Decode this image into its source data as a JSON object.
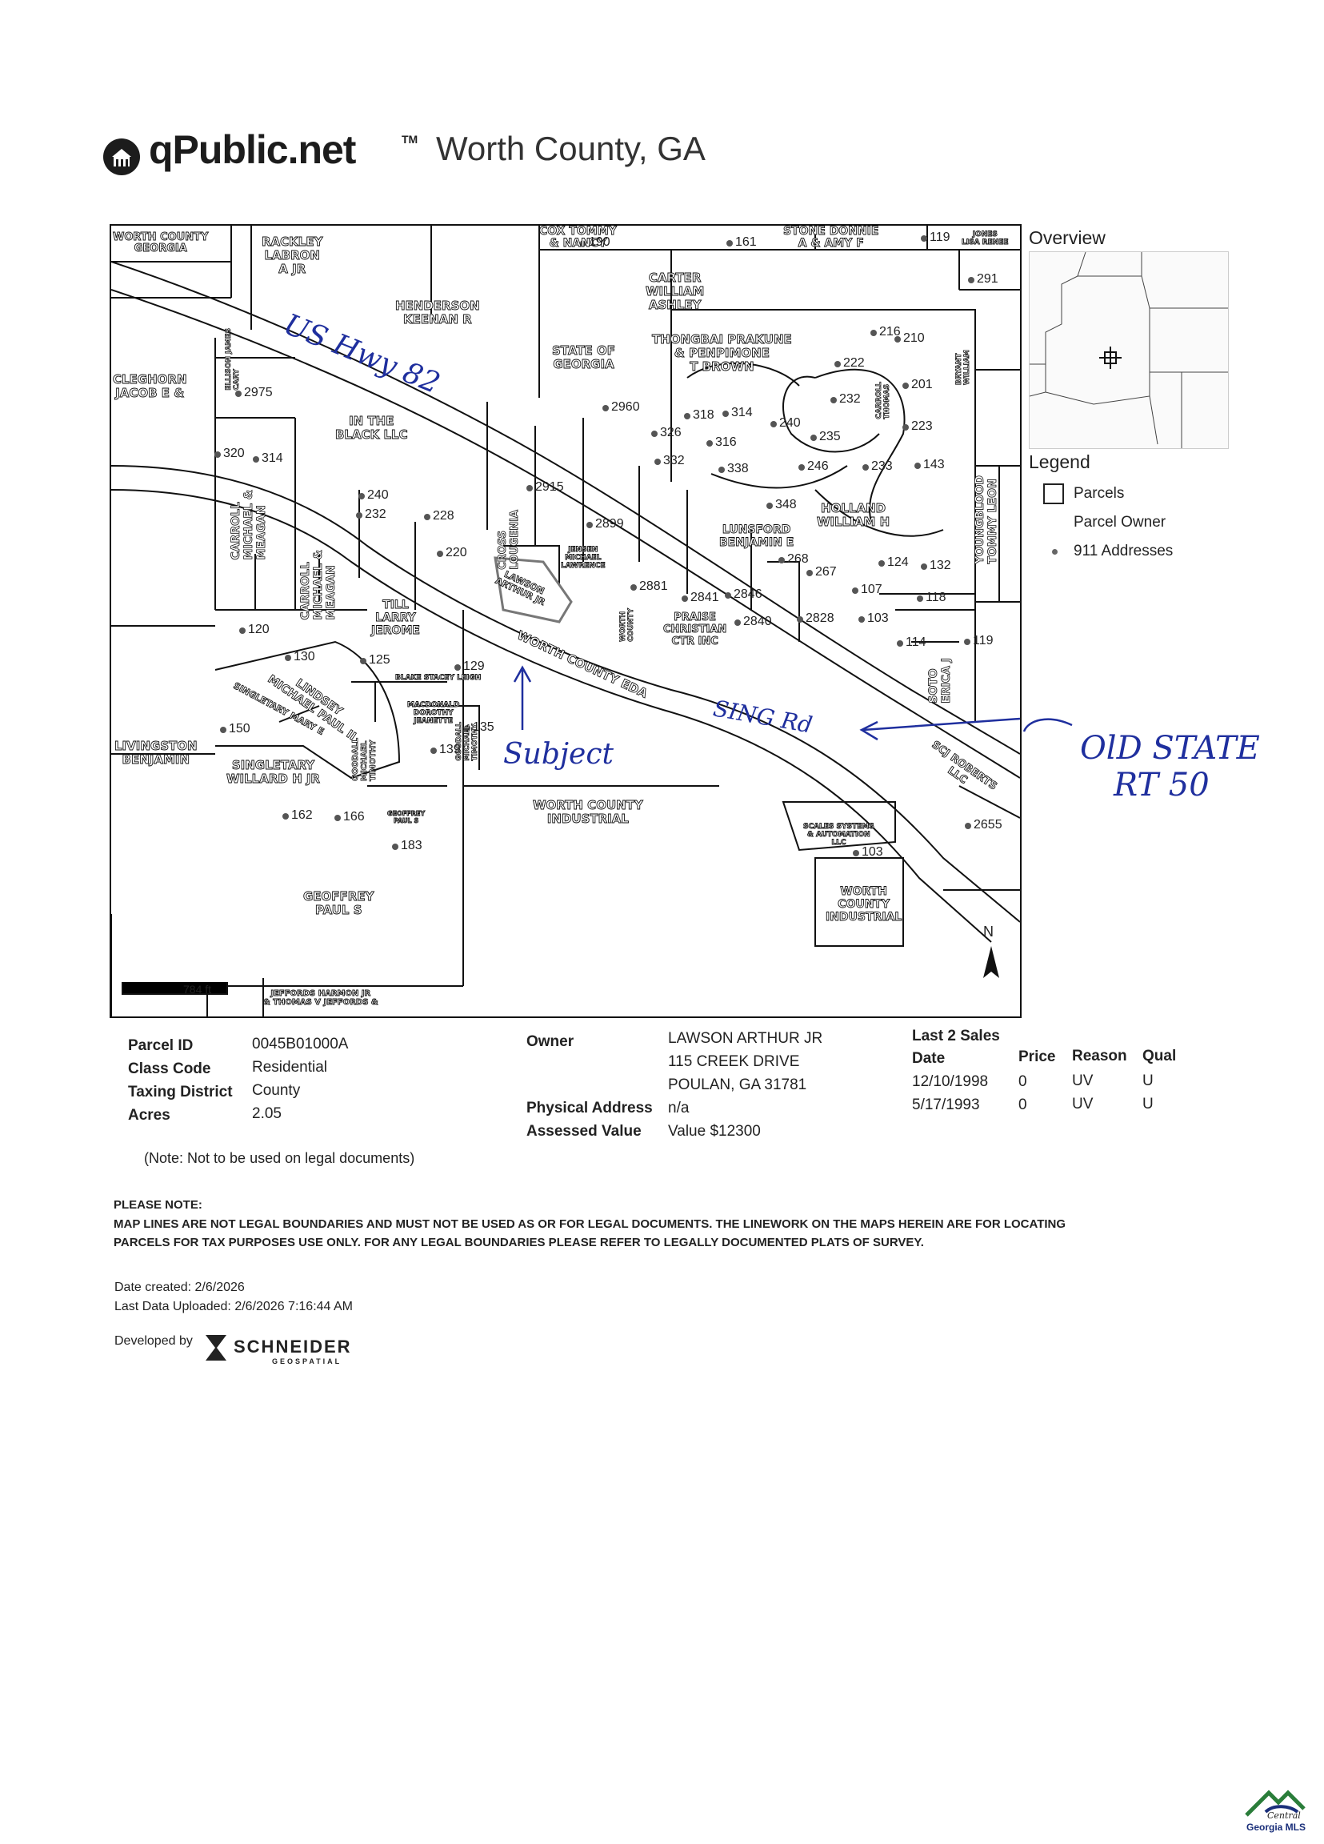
{
  "header": {
    "site": "qPublic.net",
    "tm": "TM",
    "county": "Worth County, GA"
  },
  "map": {
    "scale": "784 ft",
    "north": "N",
    "owners": [
      "WORTH COUNTY\nGEORGIA",
      "RACKLEY\nLABRON\nA JR",
      "HENDERSON\nKEENAN R",
      "COX TOMMY\n& NANCY",
      "STONE DONNIE\nA & AMY F",
      "JONES\nLISA RENEE",
      "CARTER\nWILLIAM\nASHLEY",
      "STATE OF\nGEORGIA",
      "THONGBAI PRAKUNE\n& PENPIMONE\nT BROWN",
      "CLEGHORN\nJACOB E &",
      "IN THE\nBLACK LLC",
      "HOLLAND\nWILLIAM H",
      "LUNSFORD\nBENJAMIN E",
      "JENSEN\nMICHAEL\nLAWRENCE",
      "LAWSON\nARTHUR JR",
      "TILL\nLARRY\nJEROME",
      "PRAISE\nCHRISTIAN\nCTR INC",
      "WORTH COUNTY EDA",
      "BLAKE STACEY LEIGH",
      "MACDONALD\nDOROTHY\nJEANETTE",
      "LINDSEY\nMICHAEL PAUL II",
      "SINGLETARY MARY E",
      "LIVINGSTON\nBENJAMIN",
      "SINGLETARY\nWILLARD H JR",
      "WORTH COUNTY\nINDUSTRIAL",
      "SCJ ROBERTS\nLLC",
      "SCALES SYSTEMS\n& AUTOMATION\nLLC",
      "WORTH\nCOUNTY\nINDUSTRIAL",
      "GEOFFREY\nPAUL S",
      "JEFFORDS HARMON JR\n& THOMAS V JEFFORDS &",
      "GEOFFREY\nPAUL S"
    ],
    "vertical_owners": [
      "CARROLL\nMICHAEL &\nMEAGAN",
      "CARROLL\nMICHAEL &\nMEAGAN",
      "CROSS\nLOUGENIA",
      "YOUNGBLOOD\nTOMMY LEON",
      "SOTO\nERICA J",
      "ELLISON JAMES\nCARY",
      "GOODALL\nMICHAEL\nTIMOTHY",
      "BRYANT\nWILLIAM",
      "CARROLL\nTHOMAS",
      "WORTH\nCOUNTY",
      "GOODALL\nMICHAEL\nTIMOTHY"
    ],
    "addresses": [
      "190",
      "161",
      "119",
      "291",
      "216",
      "210",
      "222",
      "201",
      "232",
      "223",
      "2975",
      "2960",
      "318",
      "314",
      "240",
      "326",
      "316",
      "235",
      "332",
      "338",
      "246",
      "233",
      "143",
      "320",
      "314",
      "2915",
      "348",
      "240",
      "232",
      "228",
      "2899",
      "220",
      "268",
      "124",
      "132",
      "267",
      "107",
      "2881",
      "2841",
      "2846",
      "118",
      "2828",
      "103",
      "120",
      "2840",
      "114",
      "119",
      "130",
      "125",
      "129",
      "135",
      "139",
      "150",
      "162",
      "166",
      "183",
      "2655",
      "103"
    ],
    "annotations": {
      "highway": "US Hwy 82",
      "subject": "Subject",
      "road": "SING Rd",
      "old_state": "OlD STATE",
      "old_route": "RT 50"
    }
  },
  "overview": {
    "title": "Overview"
  },
  "legend": {
    "title": "Legend",
    "items": [
      "Parcels",
      "Parcel Owner",
      "911 Addresses"
    ]
  },
  "parcel": {
    "labels": [
      "Parcel ID",
      "Class Code",
      "Taxing District",
      "Acres"
    ],
    "values": [
      "0045B01000A",
      "Residential",
      "County",
      "2.05"
    ],
    "owner_label": "Owner",
    "owner_lines": [
      "LAWSON ARTHUR JR",
      "115 CREEK DRIVE",
      "POULAN, GA 31781"
    ],
    "physical_address_label": "Physical Address",
    "physical_address": "n/a",
    "assessed_label": "Assessed Value",
    "assessed_value": "Value $12300"
  },
  "sales": {
    "title": "Last 2 Sales",
    "headers": [
      "Date",
      "Price",
      "Reason",
      "Qual"
    ],
    "rows": [
      [
        "12/10/1998",
        "0",
        "UV",
        "U"
      ],
      [
        "5/17/1993",
        "0",
        "UV",
        "U"
      ]
    ]
  },
  "note_small": "(Note: Not to be used on legal documents)",
  "please_note": {
    "title": "PLEASE NOTE:",
    "line1": "MAP LINES ARE NOT LEGAL BOUNDARIES AND MUST NOT BE USED AS OR FOR LEGAL DOCUMENTS. THE LINEWORK ON THE MAPS HEREIN ARE FOR LOCATING",
    "line2": "PARCELS FOR TAX PURPOSES USE ONLY. FOR ANY LEGAL BOUNDARIES PLEASE REFER TO LEGALLY DOCUMENTED PLATS OF SURVEY."
  },
  "dates": {
    "created": "Date created: 2/6/2026",
    "uploaded": "Last Data Uploaded: 2/6/2026 7:16:44 AM"
  },
  "developer": {
    "label": "Developed by",
    "name": "SCHNEIDER",
    "sub": "GEOSPATIAL"
  },
  "watermark": {
    "script": "Central",
    "name": "Georgia MLS"
  }
}
